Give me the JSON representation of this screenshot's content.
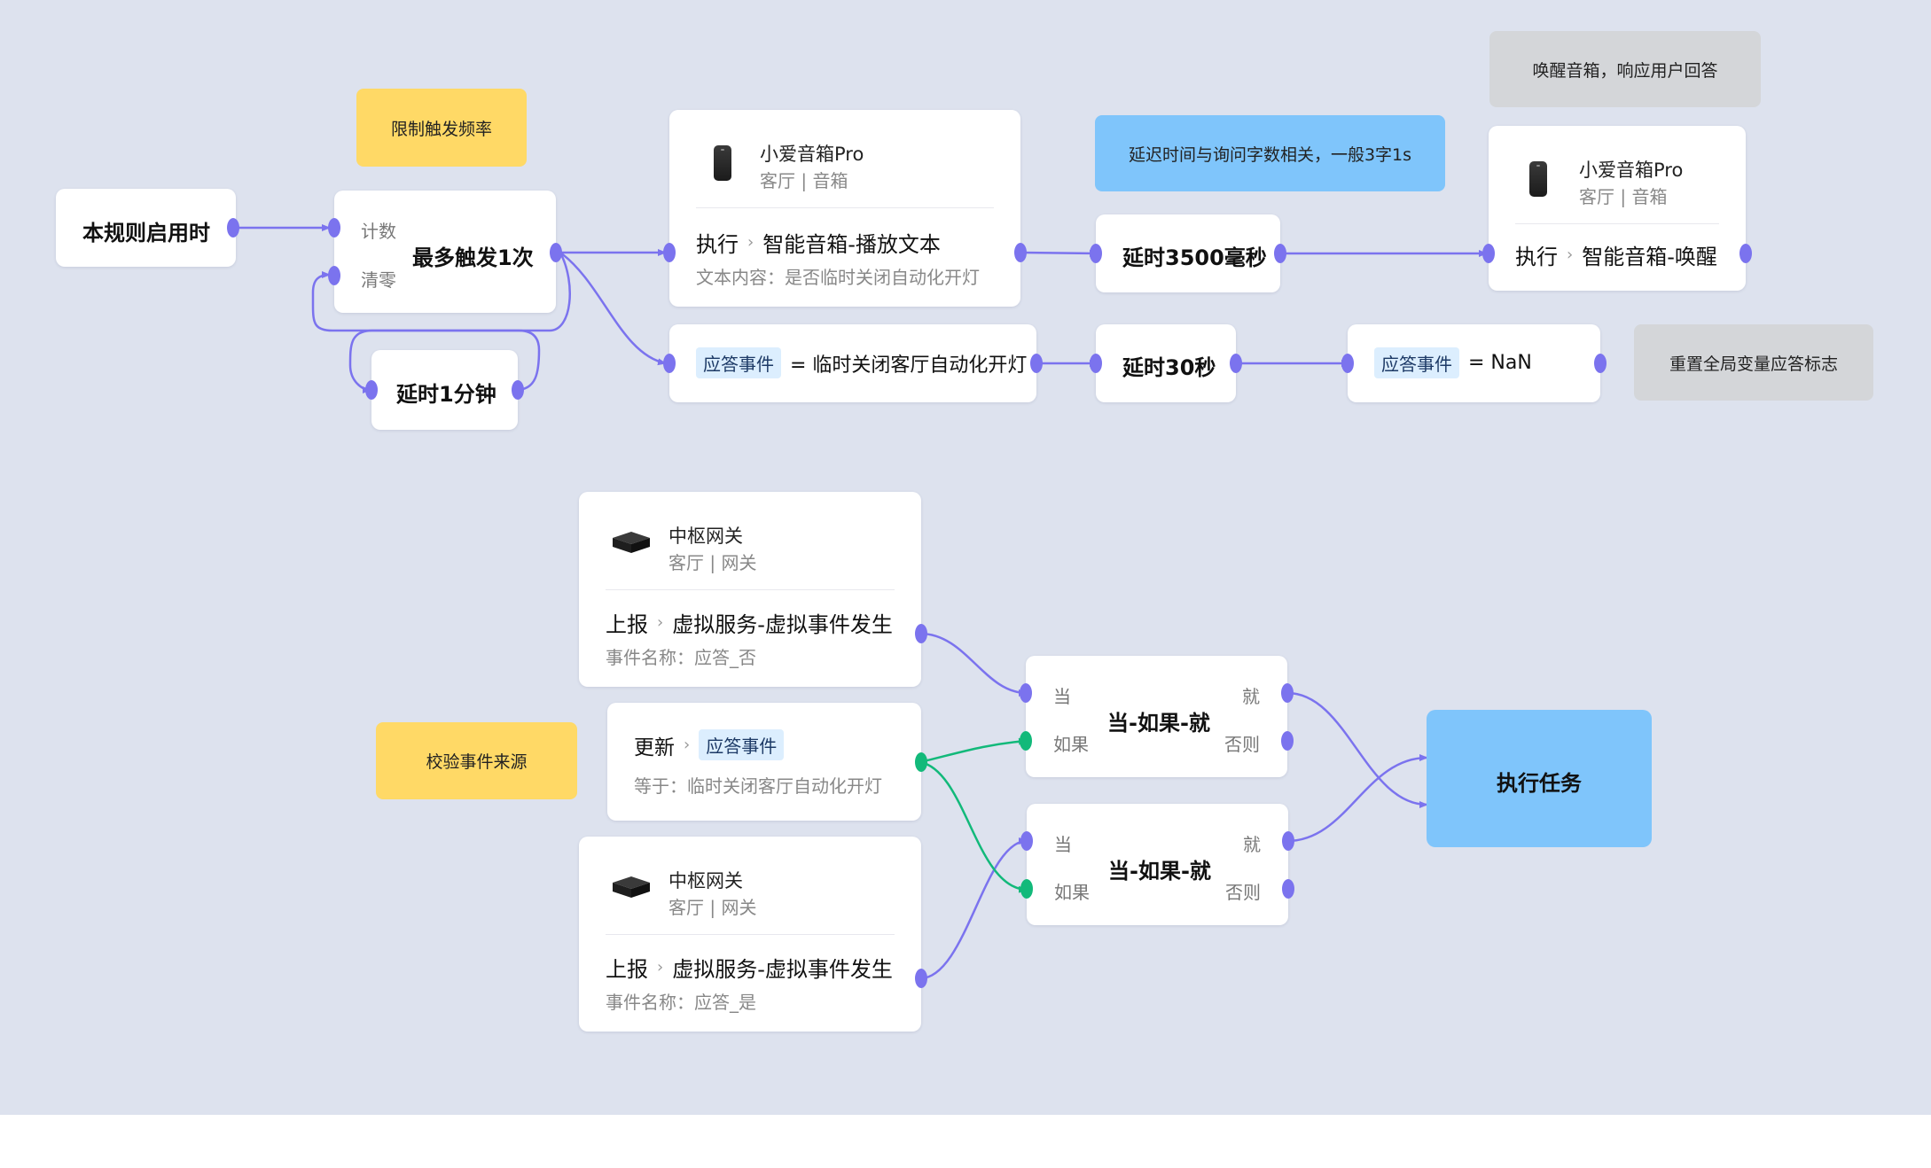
{
  "notes": {
    "limit_rate": "限制触发频率",
    "delay_hint": "延迟时间与询问字数相关，一般3字1s",
    "wake_hint": "唤醒音箱，响应用户回答",
    "reset_flag": "重置全局变量应答标志",
    "check_source": "校验事件来源"
  },
  "nodes": {
    "start": "本规则启用时",
    "counter": {
      "title": "最多触发1次",
      "port_count": "计数",
      "port_clear": "清零"
    },
    "delay_1min": "延时1分钟",
    "speaker1": {
      "name": "小爱音箱Pro",
      "sub": "客厅 | 音箱",
      "verb": "执行",
      "action": "智能音箱-播放文本",
      "desc": "文本内容：是否临时关闭自动化开灯",
      "icon": "speaker-icon"
    },
    "set_event1": {
      "tag": "应答事件",
      "value": "= 临时关闭客厅自动化开灯"
    },
    "delay_3500": "延时3500毫秒",
    "delay_30s": "延时30秒",
    "speaker2": {
      "name": "小爱音箱Pro",
      "sub": "客厅 | 音箱",
      "verb": "执行",
      "action": "智能音箱-唤醒",
      "icon": "speaker-icon"
    },
    "set_event2": {
      "tag": "应答事件",
      "value": "= NaN"
    },
    "hub1": {
      "name": "中枢网关",
      "sub": "客厅 | 网关",
      "verb": "上报",
      "action": "虚拟服务-虚拟事件发生",
      "desc": "事件名称：应答_否",
      "icon": "hub-icon"
    },
    "update": {
      "verb": "更新",
      "tag": "应答事件",
      "desc": "等于：临时关闭客厅自动化开灯"
    },
    "hub2": {
      "name": "中枢网关",
      "sub": "客厅 | 网关",
      "verb": "上报",
      "action": "虚拟服务-虚拟事件发生",
      "desc": "事件名称：应答_是",
      "icon": "hub-icon"
    },
    "cond1": {
      "title": "当-如果-就",
      "when": "当",
      "if": "如果",
      "then": "就",
      "else": "否则"
    },
    "cond2": {
      "title": "当-如果-就",
      "when": "当",
      "if": "如果",
      "then": "就",
      "else": "否则"
    },
    "exec_task": "执行任务"
  },
  "colors": {
    "canvas": "#dde2ee",
    "wire_purple": "#7b73ee",
    "wire_green": "#12b97a",
    "note_yellow": "#ffd966",
    "note_blue": "#7fc5fb",
    "note_gray": "#d4d6d9"
  }
}
